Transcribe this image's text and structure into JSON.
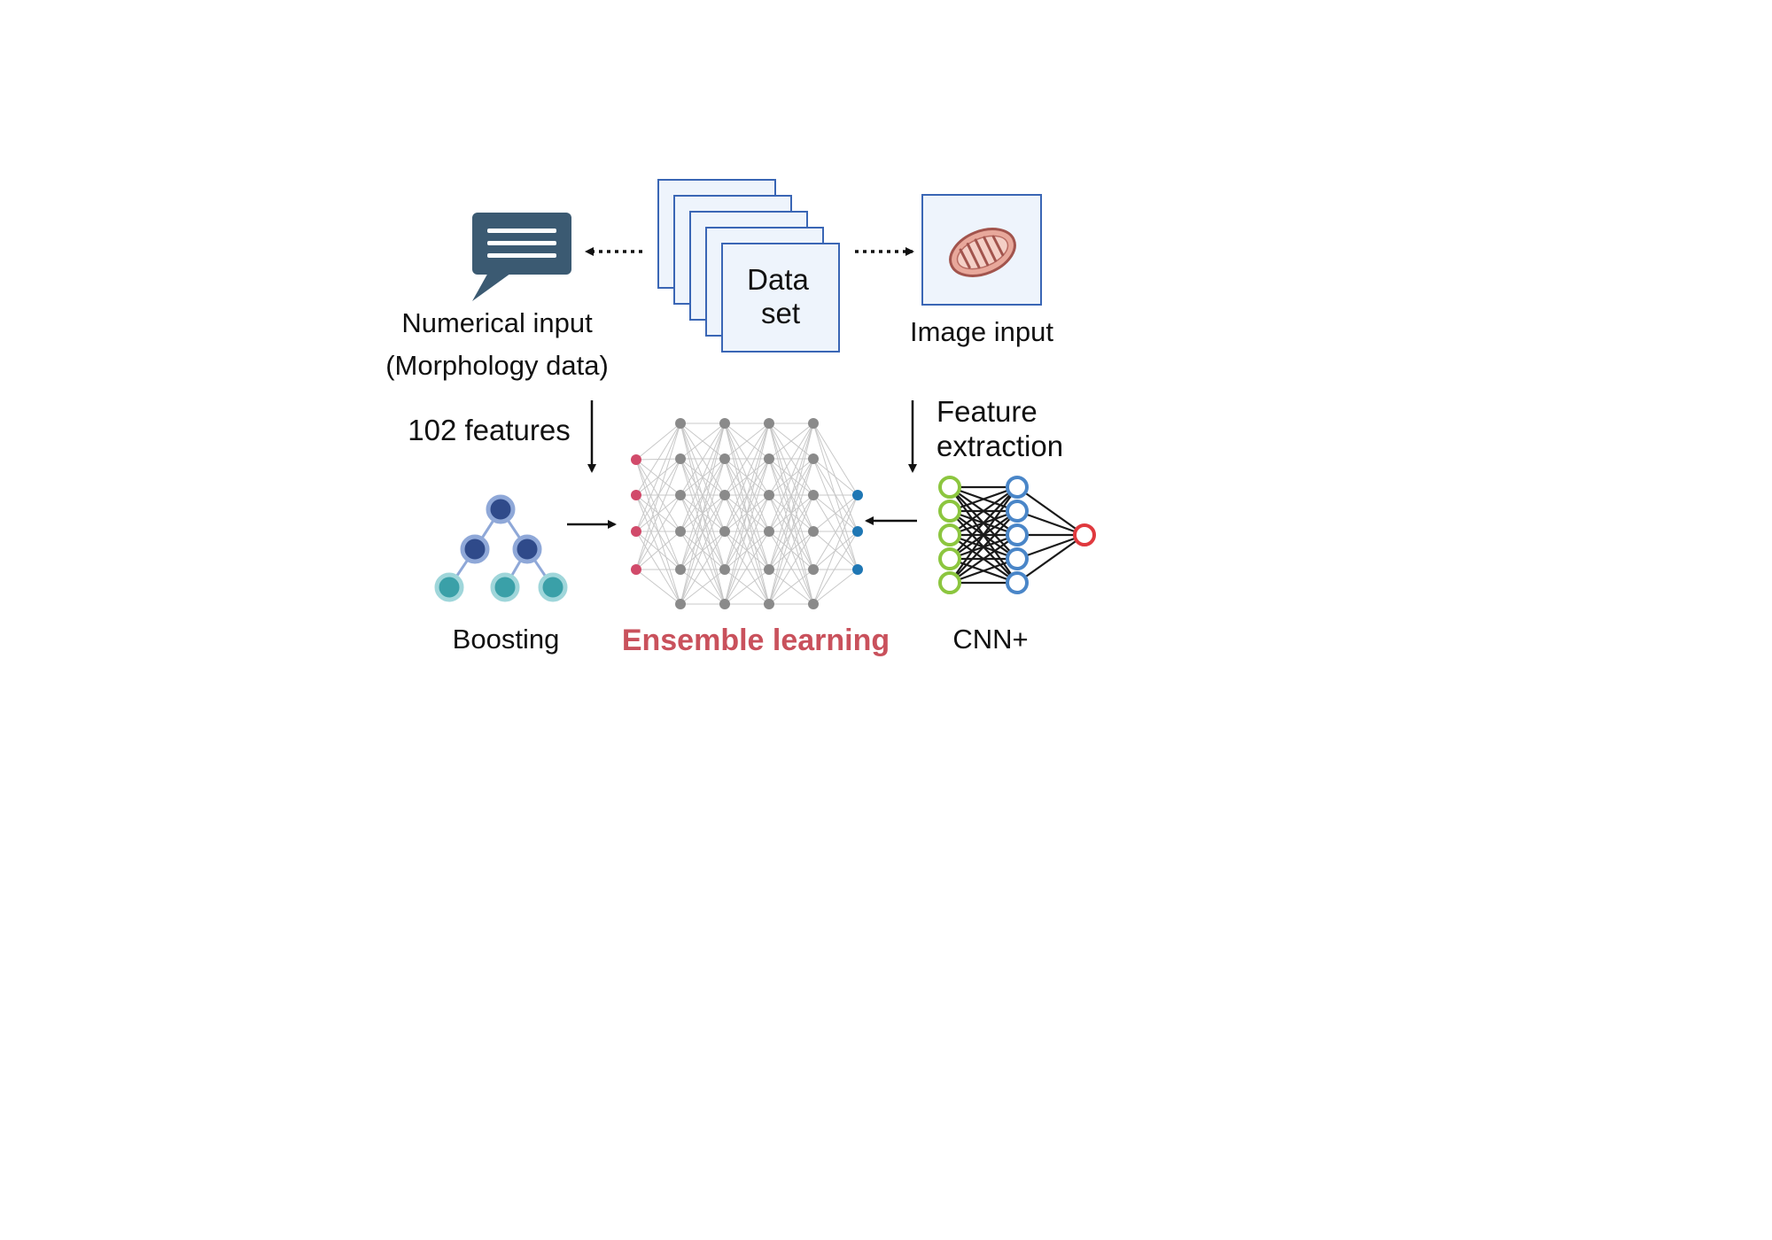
{
  "dataset": {
    "line1": "Data",
    "line2": "set"
  },
  "numerical": {
    "line1": "Numerical input",
    "line2": "(Morphology data)",
    "icon": "speech-bubble-icon"
  },
  "image_input": {
    "label": "Image input",
    "icon": "mitochondrion-icon"
  },
  "features_label": "102 features",
  "feature_extraction": {
    "line1": "Feature",
    "line2": "extraction"
  },
  "boosting": {
    "label": "Boosting",
    "icon": "decision-tree-icon"
  },
  "ensemble": {
    "label": "Ensemble learning",
    "icon": "neural-network-icon"
  },
  "cnn": {
    "label": "CNN+",
    "icon": "cnn-network-icon"
  },
  "colors": {
    "accent_red": "#c9515c",
    "dataset_stroke": "#3a66b5",
    "dataset_fill": "#eef4fc",
    "bubble": "#3b5a72",
    "tree_dark": "#2f4a8a",
    "tree_light": "#3aa0a8",
    "nn_input": "#d14a6a",
    "nn_hidden": "#8a8a8a",
    "nn_output": "#1f77b4",
    "cnn_green": "#8cc63f",
    "cnn_blue": "#4a86c8",
    "cnn_red": "#e0393e"
  }
}
